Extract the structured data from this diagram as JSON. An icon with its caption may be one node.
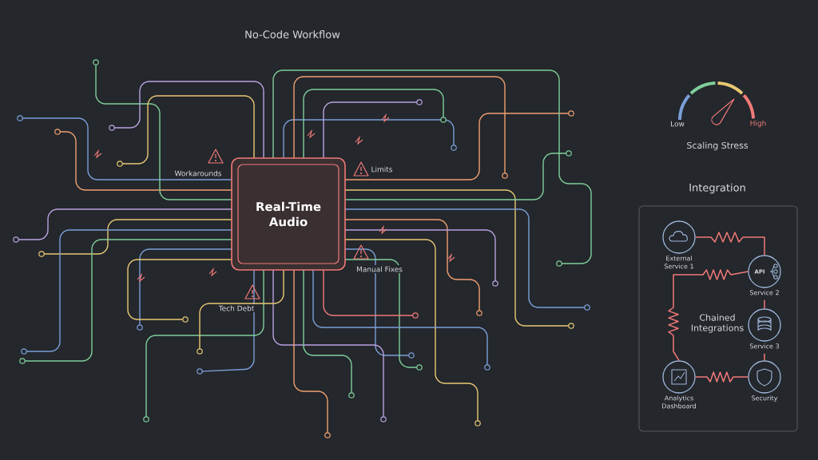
{
  "diagram": {
    "title": "No-Code Workflow",
    "nodes": [
      {
        "text": [
          "Real-Time Audio"
        ]
      },
      {
        "text": [
          "Integration",
          "Chained Integrations"
        ]
      },
      {
        "text": [
          "External Service 1"
        ],
        "in": 1
      },
      {
        "text": [
          "API",
          "Service 2"
        ],
        "in": 1
      },
      {
        "text": [
          "Service 3"
        ],
        "in": 1
      },
      {
        "text": [
          "Analytics Dashboard"
        ],
        "in": 1
      },
      {
        "text": [
          "Security"
        ],
        "in": 1
      }
    ],
    "edges": [
      {
        "from": 2,
        "to": 3,
        "arrow": "none"
      },
      {
        "from": 3,
        "to": 5,
        "arrow": "none"
      },
      {
        "from": 3,
        "to": 4,
        "arrow": "none"
      },
      {
        "from": 4,
        "to": 6,
        "arrow": "none"
      },
      {
        "from": 5,
        "to": 6,
        "arrow": "none"
      }
    ],
    "labels": [
      "Workarounds",
      "Limits",
      "Manual Fixes",
      "Tech Debt",
      "Low",
      "High",
      "Scaling Stress"
    ]
  }
}
